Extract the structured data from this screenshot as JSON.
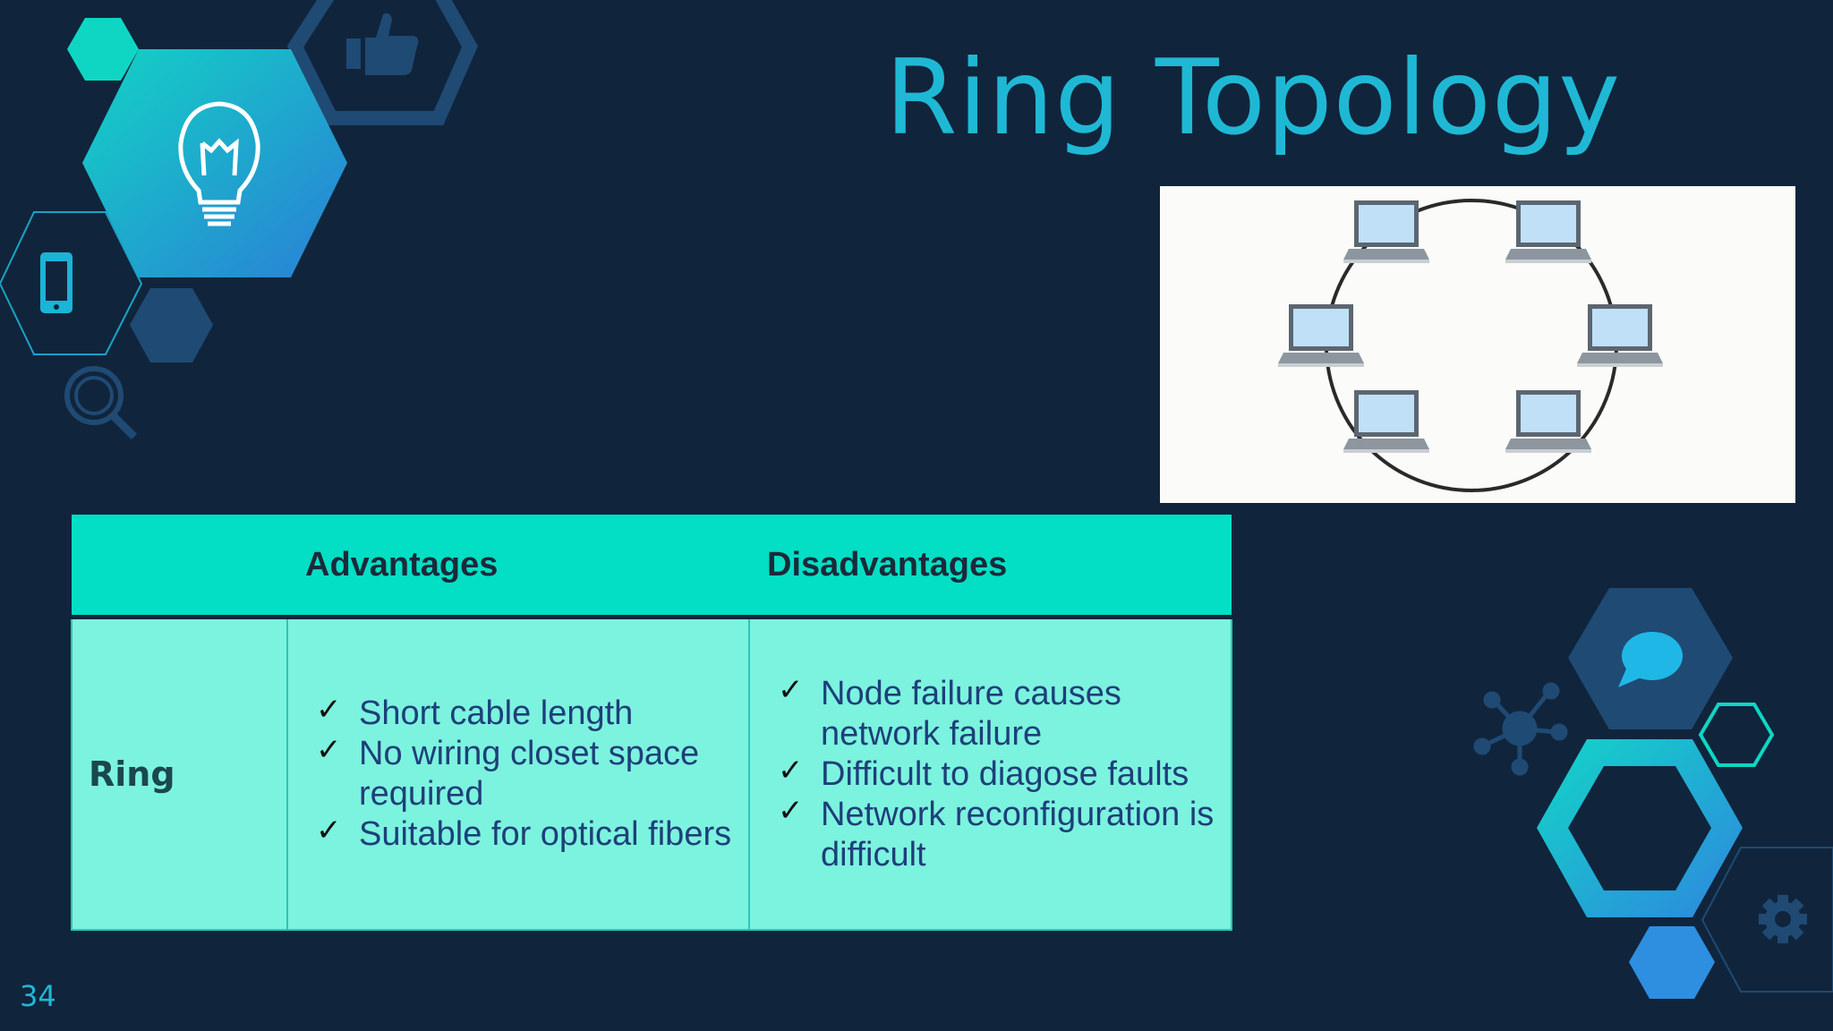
{
  "slide": {
    "title": "Ring Topology",
    "page_number": "34"
  },
  "table": {
    "headers": [
      "",
      "Advantages",
      "Disadvantages"
    ],
    "row_label": "Ring",
    "advantages": [
      "Short cable length",
      "No wiring closet space required",
      "Suitable for optical fibers"
    ],
    "disadvantages": [
      "Node failure causes network failure",
      "Difficult to diagose faults",
      "Network reconfiguration is difficult"
    ]
  },
  "diagram": {
    "nodes": 6,
    "node_icon": "laptop-icon"
  },
  "decorations": [
    "lightbulb-icon",
    "thumbs-up-icon",
    "smartphone-icon",
    "magnifier-icon",
    "chat-bubble-icon",
    "network-node-icon",
    "gear-icon"
  ],
  "colors": {
    "background": "#10253c",
    "accent": "#1fb8d4",
    "header": "#02dfc4",
    "cell": "#7cf3de"
  }
}
